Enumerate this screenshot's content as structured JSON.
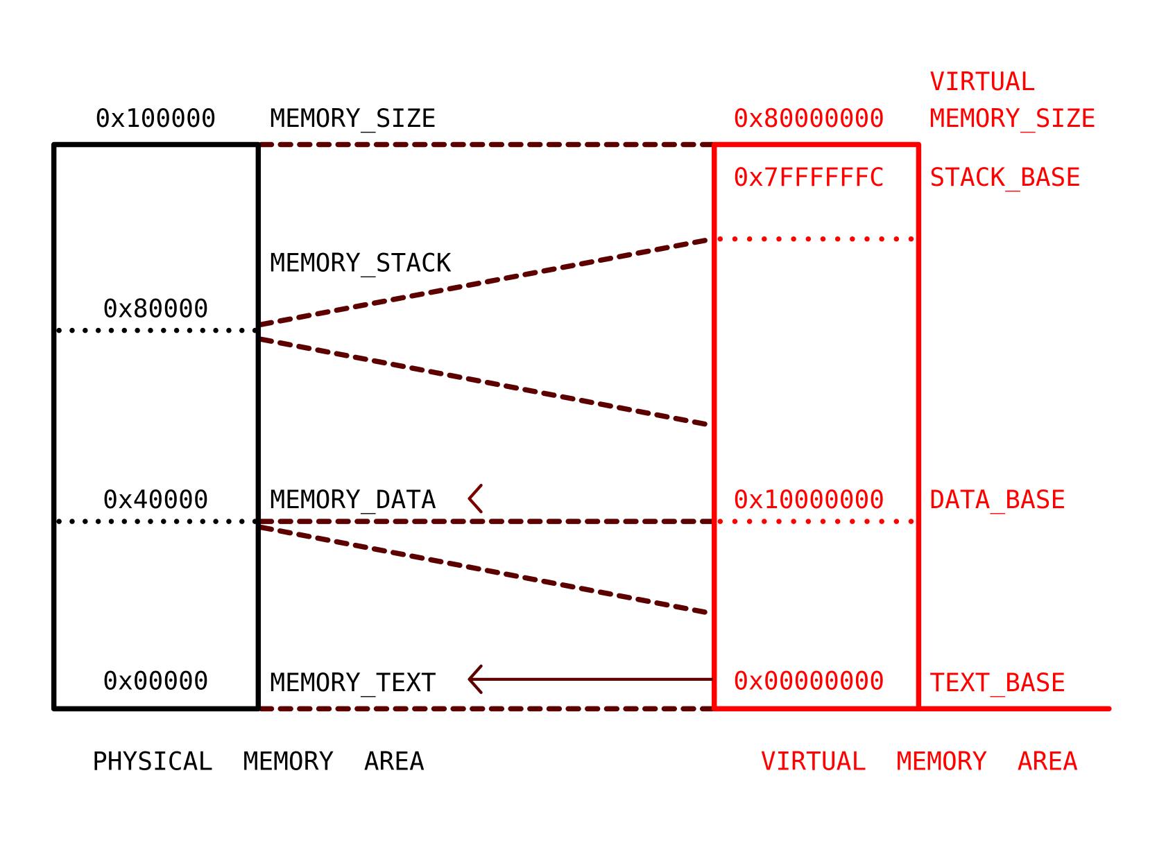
{
  "colors": {
    "physical": "#000000",
    "virtual": "#ff0000",
    "mapping": "#5c0000"
  },
  "physical": {
    "caption": "PHYSICAL MEMORY AREA",
    "addresses": {
      "top": "0x100000",
      "mid_high": "0x80000",
      "mid_low": "0x40000",
      "bottom": "0x00000"
    },
    "regions": {
      "size": "MEMORY_SIZE",
      "stack": "MEMORY_STACK",
      "data": "MEMORY_DATA",
      "text": "MEMORY_TEXT"
    }
  },
  "virtual": {
    "caption": "VIRTUAL MEMORY AREA",
    "addresses": {
      "top": "0x80000000",
      "stack": "0x7FFFFFFC",
      "data": "0x10000000",
      "bottom": "0x00000000"
    },
    "names": {
      "size_line1": "VIRTUAL",
      "size_line2": "MEMORY_SIZE",
      "stack": "STACK_BASE",
      "data": "DATA_BASE",
      "text": "TEXT_BASE"
    }
  }
}
